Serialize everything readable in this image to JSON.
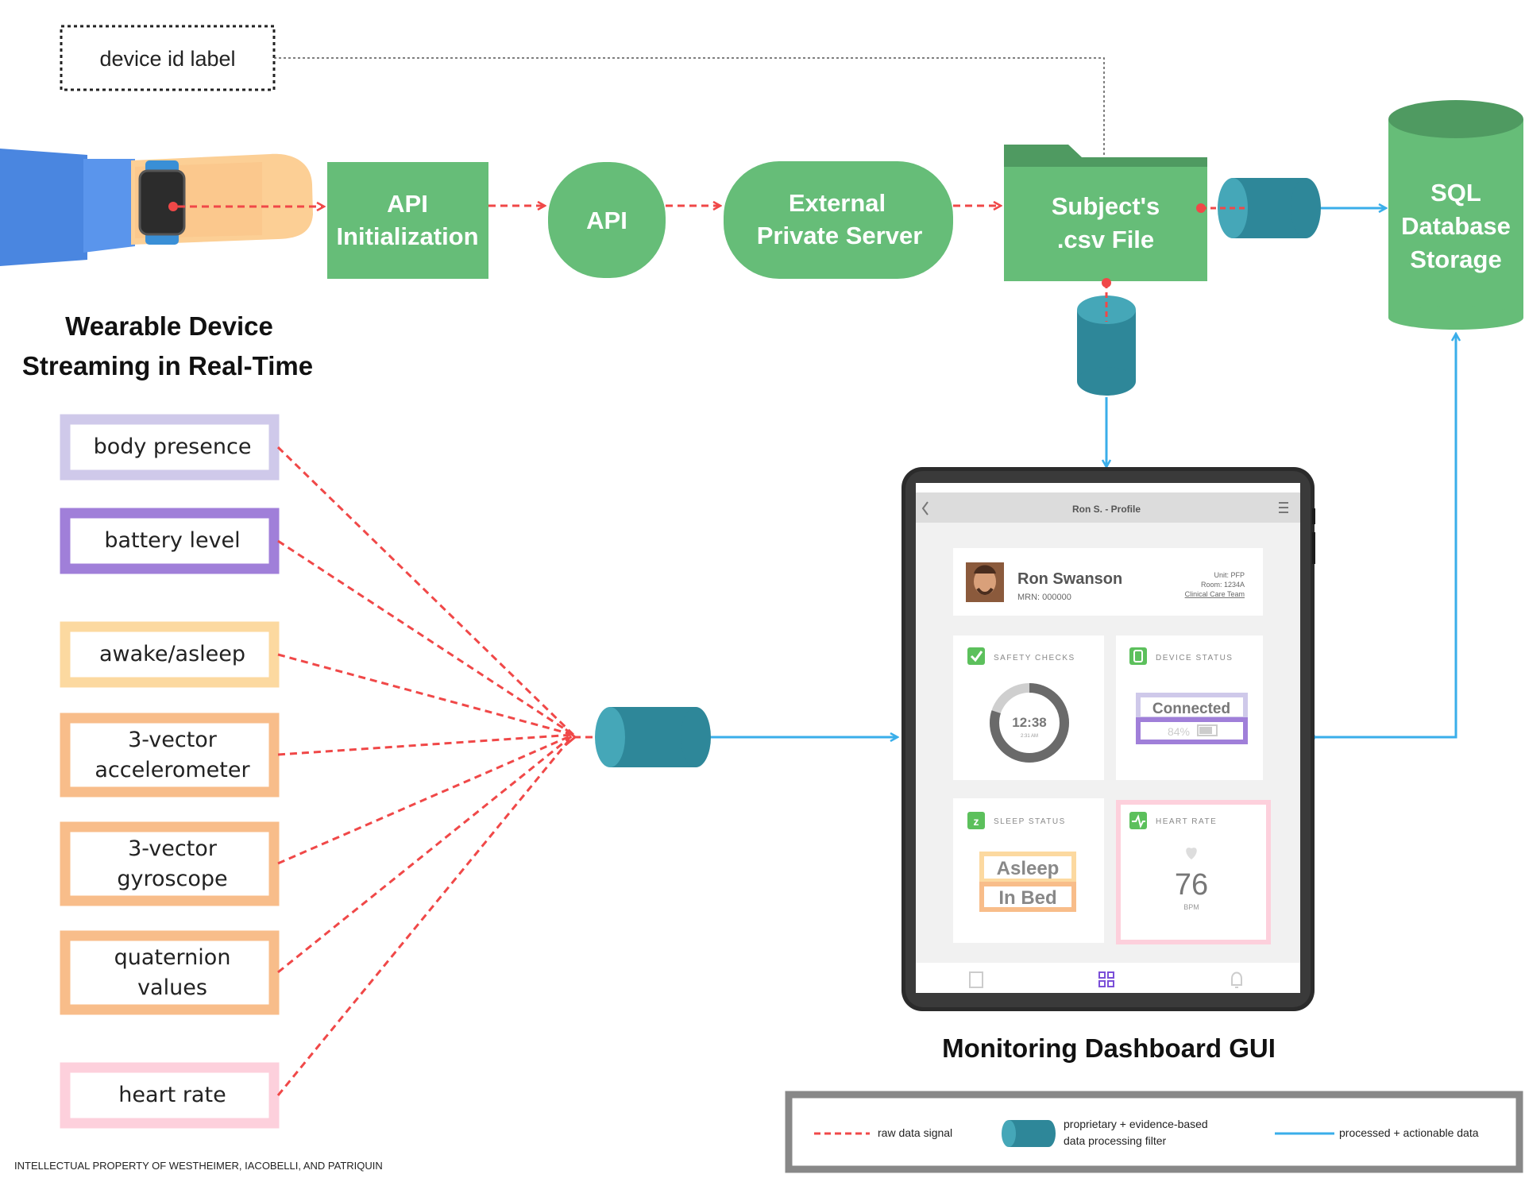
{
  "device_id_label": "device id label",
  "pipeline": {
    "api_init": [
      "API",
      "Initialization"
    ],
    "api": "API",
    "external_server": [
      "External",
      "Private Server"
    ],
    "csv_file": [
      "Subject's",
      ".csv File"
    ],
    "sql_storage": [
      "SQL",
      "Database",
      "Storage"
    ]
  },
  "wearable_title": [
    "Wearable Device",
    "Streaming in Real-Time"
  ],
  "signals": [
    {
      "label": "body presence",
      "color": "#cfc9ea"
    },
    {
      "label": "battery level",
      "color": "#a07fd9"
    },
    {
      "label": "awake/asleep",
      "color": "#fcd9a0"
    },
    {
      "label": "3-vector\naccelerometer",
      "color": "#f8bd8a"
    },
    {
      "label": "3-vector gyroscope",
      "color": "#f8bd8a"
    },
    {
      "label": "quaternion\nvalues",
      "color": "#f8bd8a"
    },
    {
      "label": "heart rate",
      "color": "#fdd0dc"
    }
  ],
  "dashboard": {
    "title": "Ron S. - Profile",
    "patient_name": "Ron Swanson",
    "mrn": "MRN: 000000",
    "unit": "Unit: PFP",
    "room": "Room: 1234A",
    "care_team": "Clinical Care Team",
    "safety_checks": "SAFETY CHECKS",
    "safety_time": "12:38",
    "safety_sub": "2:31 AM",
    "device_status": "DEVICE STATUS",
    "connected": "Connected",
    "battery": "84%",
    "sleep_status": "SLEEP STATUS",
    "asleep": "Asleep",
    "in_bed": "In Bed",
    "heart_rate": "HEART RATE",
    "bpm_value": "76",
    "bpm_unit": "BPM",
    "safety_progress": 0.8
  },
  "dashboard_caption": "Monitoring Dashboard GUI",
  "legend": {
    "raw": "raw data signal",
    "filter": [
      "proprietary + evidence-based",
      "data processing filter"
    ],
    "processed": "processed + actionable data"
  },
  "footer": "INTELLECTUAL PROPERTY OF WESTHEIMER, IACOBELLI, AND PATRIQUIN",
  "colors": {
    "green": "#66bd78",
    "dark_green": "#4f9a61",
    "teal": "#2e8799",
    "teal_light": "#45a7b8",
    "raw_red": "#f04848",
    "processed_blue": "#3aaeea"
  }
}
